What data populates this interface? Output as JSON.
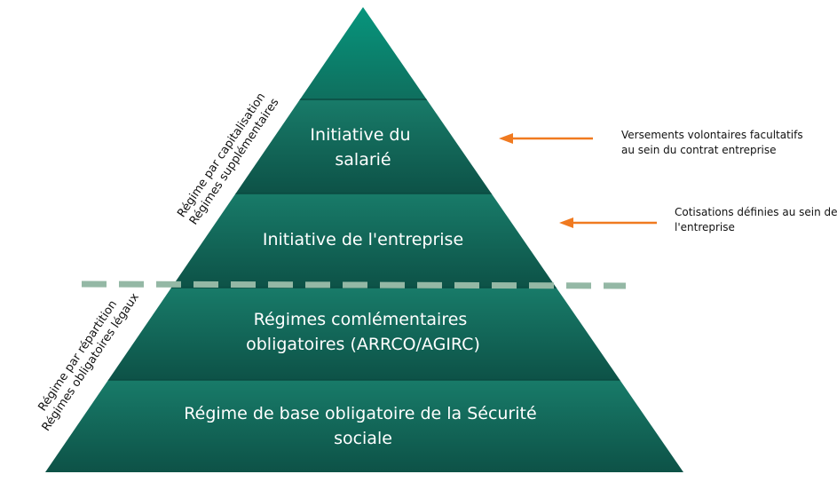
{
  "pyramid": {
    "levels": [
      {
        "id": "top",
        "lines": []
      },
      {
        "id": "salarie",
        "lines": [
          "Initiative du",
          "salarié"
        ]
      },
      {
        "id": "entreprise",
        "lines": [
          "Initiative de l'entreprise"
        ]
      },
      {
        "id": "complementaires",
        "lines": [
          "Régimes comlémentaires",
          "obligatoires (ARRCO/AGIRC)"
        ]
      },
      {
        "id": "base",
        "lines": [
          "Régime de base obligatoire de la Sécurité",
          "sociale"
        ]
      }
    ]
  },
  "side_labels": {
    "upper": [
      "Régime par capitalisation",
      "Régimes supplémentaires"
    ],
    "lower": [
      "Régime par répartition",
      "Régimes obligatoires légaux"
    ]
  },
  "annotations": [
    {
      "id": "versements",
      "lines": [
        "Versements volontaires facultatifs",
        "au sein du contrat entreprise"
      ]
    },
    {
      "id": "cotisations",
      "lines": [
        "Cotisations définies au sein de",
        "l'entreprise"
      ]
    }
  ],
  "colors": {
    "band_dark": "#0c4d43",
    "band_light": "#1a7a68",
    "top_light": "#06987f",
    "arrow": "#f07a20",
    "dashed_line": "#94b8a5"
  }
}
